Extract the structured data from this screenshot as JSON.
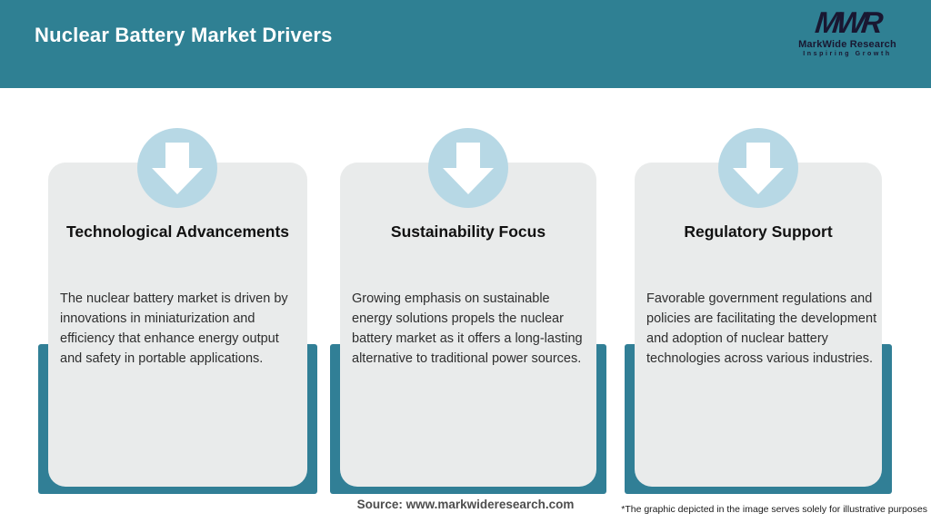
{
  "header": {
    "title": "Nuclear Battery Market Drivers",
    "logo": {
      "monogram": "MWR",
      "name": "MarkWide Research",
      "tagline": "Inspiring Growth"
    }
  },
  "cards": [
    {
      "icon": "down-arrow-icon",
      "title": "Technological Advancements",
      "body": "The nuclear battery market is driven by innovations in miniaturization and efficiency that enhance energy output and safety in portable applications."
    },
    {
      "icon": "down-arrow-icon",
      "title": "Sustainability Focus",
      "body": "Growing emphasis on sustainable energy solutions propels the nuclear battery market as it offers a long-lasting alternative to traditional power sources."
    },
    {
      "icon": "down-arrow-icon",
      "title": "Regulatory Support",
      "body": "Favorable government regulations and policies are facilitating the development and adoption of nuclear battery technologies across various industries."
    }
  ],
  "footer": {
    "source": "Source: www.markwideresearch.com",
    "disclaimer": "*The graphic depicted in the image serves solely for illustrative purposes"
  },
  "colors": {
    "header_teal": "#2F8093",
    "backdrop_teal": "#317F96",
    "card_background": "#E9EBEB",
    "icon_circle_blue": "#B7D8E5",
    "title_text": "#111111",
    "body_text": "#2E2E2E"
  }
}
